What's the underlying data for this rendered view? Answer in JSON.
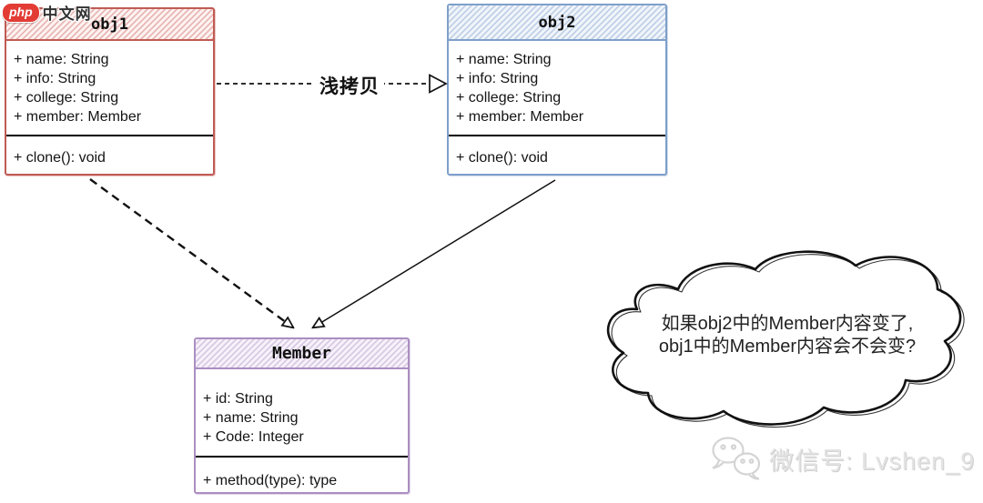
{
  "logo": {
    "badge": "php",
    "site": "中文网"
  },
  "classes": [
    {
      "title": "obj1",
      "attributes": [
        "+ name: String",
        "+ info: String",
        "+ college: String",
        "+ member: Member"
      ],
      "methods": [
        "+ clone(): void"
      ],
      "border_color": "#c05b54"
    },
    {
      "title": "obj2",
      "attributes": [
        "+ name: String",
        "+ info: String",
        "+ college: String",
        "+ member: Member"
      ],
      "methods": [
        "+ clone(): void"
      ],
      "border_color": "#7f9fca"
    },
    {
      "title": "Member",
      "attributes": [
        "+ id: String",
        "+ name: String",
        "+ Code: Integer"
      ],
      "methods": [
        "+ method(type): type"
      ],
      "border_color": "#ab8ec2"
    }
  ],
  "connectors": {
    "shallow_copy_label": "浅拷贝",
    "line_color": "#111111"
  },
  "cloud": {
    "line1": "如果obj2中的Member内容变了,",
    "line2": "obj1中的Member内容会不会变?"
  },
  "watermark": {
    "text": "微信号: Lvshen_9",
    "color": "#e3e3e3"
  }
}
